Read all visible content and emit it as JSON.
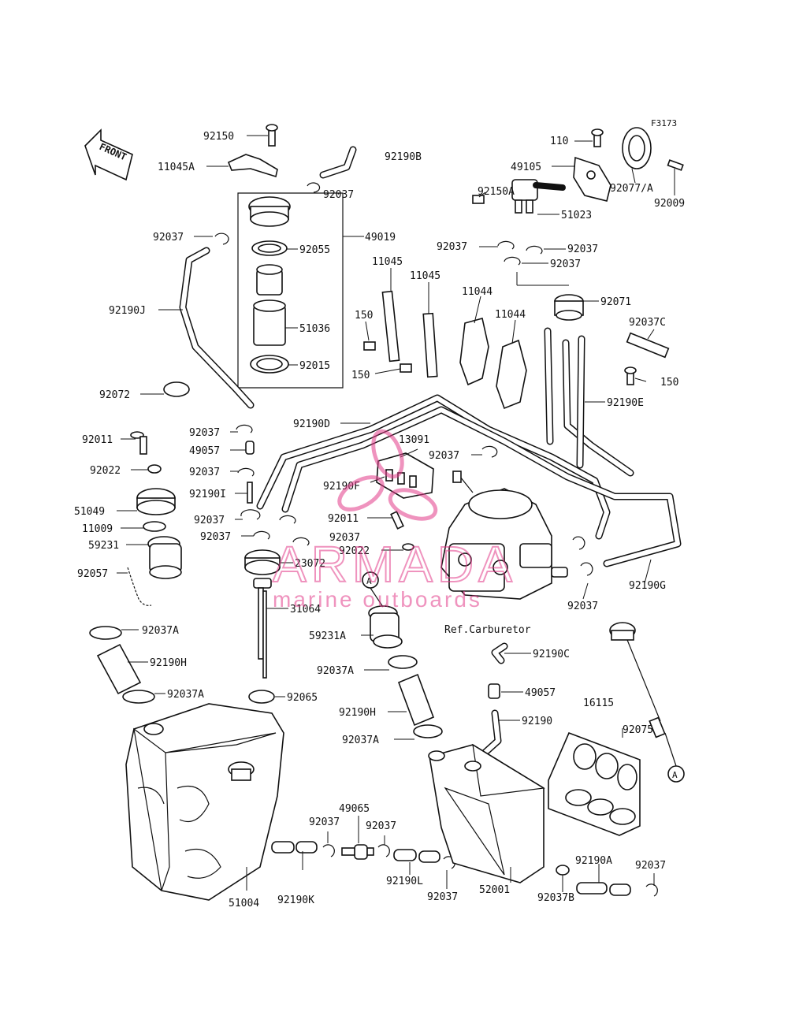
{
  "diagram": {
    "figure_code": "F3173",
    "front_label": "FRONT",
    "ref_label": "Ref.Carburetor",
    "callout_a": "A",
    "labels": [
      "92150",
      "11045A",
      "92190B",
      "92037",
      "49019",
      "92055",
      "51036",
      "92015",
      "92037",
      "92190J",
      "92072",
      "92037",
      "49057",
      "92037",
      "92011",
      "92022",
      "92190I",
      "51049",
      "92037",
      "11009",
      "92037",
      "59231",
      "92057",
      "92037",
      "23072",
      "31064",
      "92037A",
      "92190H",
      "92037A",
      "92065",
      "51004",
      "92190K",
      "92037",
      "49065",
      "92037",
      "92190L",
      "92037",
      "59231A",
      "92037A",
      "92190H",
      "92037A",
      "92190C",
      "49057",
      "92190",
      "52001",
      "92037B",
      "92190A",
      "92037",
      "16115",
      "92075",
      "92190D",
      "13091",
      "92037",
      "92190F",
      "92011",
      "92022",
      "92037",
      "92190G",
      "92190E",
      "150",
      "92037C",
      "92071",
      "11044",
      "11044",
      "150",
      "150",
      "11045",
      "11045",
      "92037",
      "92037",
      "92037",
      "92150A",
      "51023",
      "49105",
      "110",
      "92077/A",
      "92009"
    ]
  },
  "watermark": {
    "brand": "ARMADA",
    "tagline": "marine outboards",
    "color": "#e23c8a"
  }
}
